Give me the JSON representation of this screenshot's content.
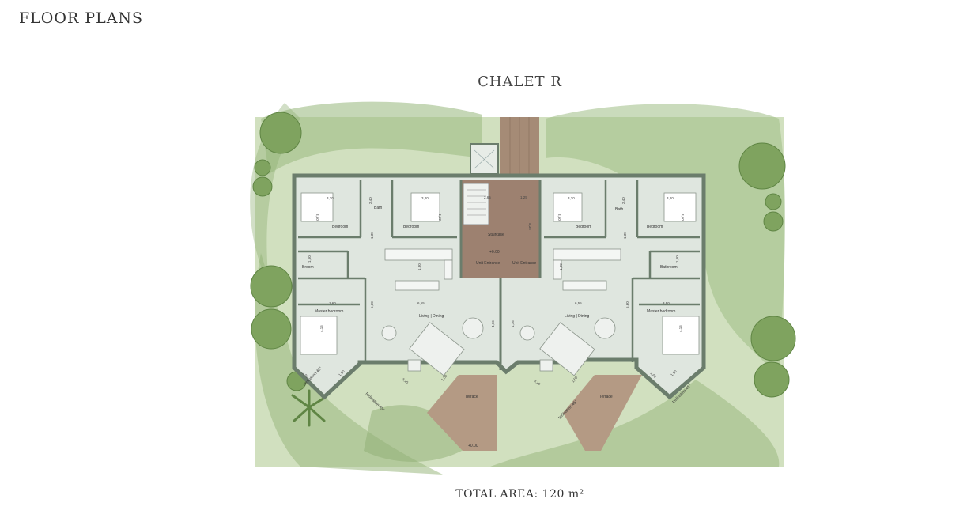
{
  "header": {
    "title": "FLOOR PLANS"
  },
  "plan": {
    "title": "CHALET R",
    "total_area": "TOTAL AREA: 120 m²",
    "levels": {
      "ground": "+0.00",
      "staircase_level": "+0.00"
    },
    "rooms": {
      "bedroom": "Bedroom",
      "bath": "Bath",
      "broom": "Broom",
      "bathroom": "Bathroom",
      "master_bedroom": "Master bedroom",
      "living_dining": "Living | Dining",
      "staircase": "Staircase",
      "terrace": "Terrace",
      "unit_entrance": "Unit Entrance",
      "inclination": "Inclination 45°"
    },
    "dimensions": {
      "d320": "3,20",
      "d350": "3,50",
      "d240": "2,40",
      "d130": "1,30",
      "d160": "1,60",
      "d180": "1,80",
      "d655": "6,55",
      "d560": "5,60",
      "d415": "4,15",
      "d150": "1,50",
      "d416": "4,16",
      "d310": "3,10",
      "d265": "2,65",
      "d125": "1,25",
      "d538": "5,38"
    },
    "colors": {
      "garden": "#a9c28f",
      "garden_dark": "#8fae74",
      "room_floor": "#dfe6df",
      "wall": "#6b7d6c",
      "deck": "#9a7f6b"
    }
  }
}
